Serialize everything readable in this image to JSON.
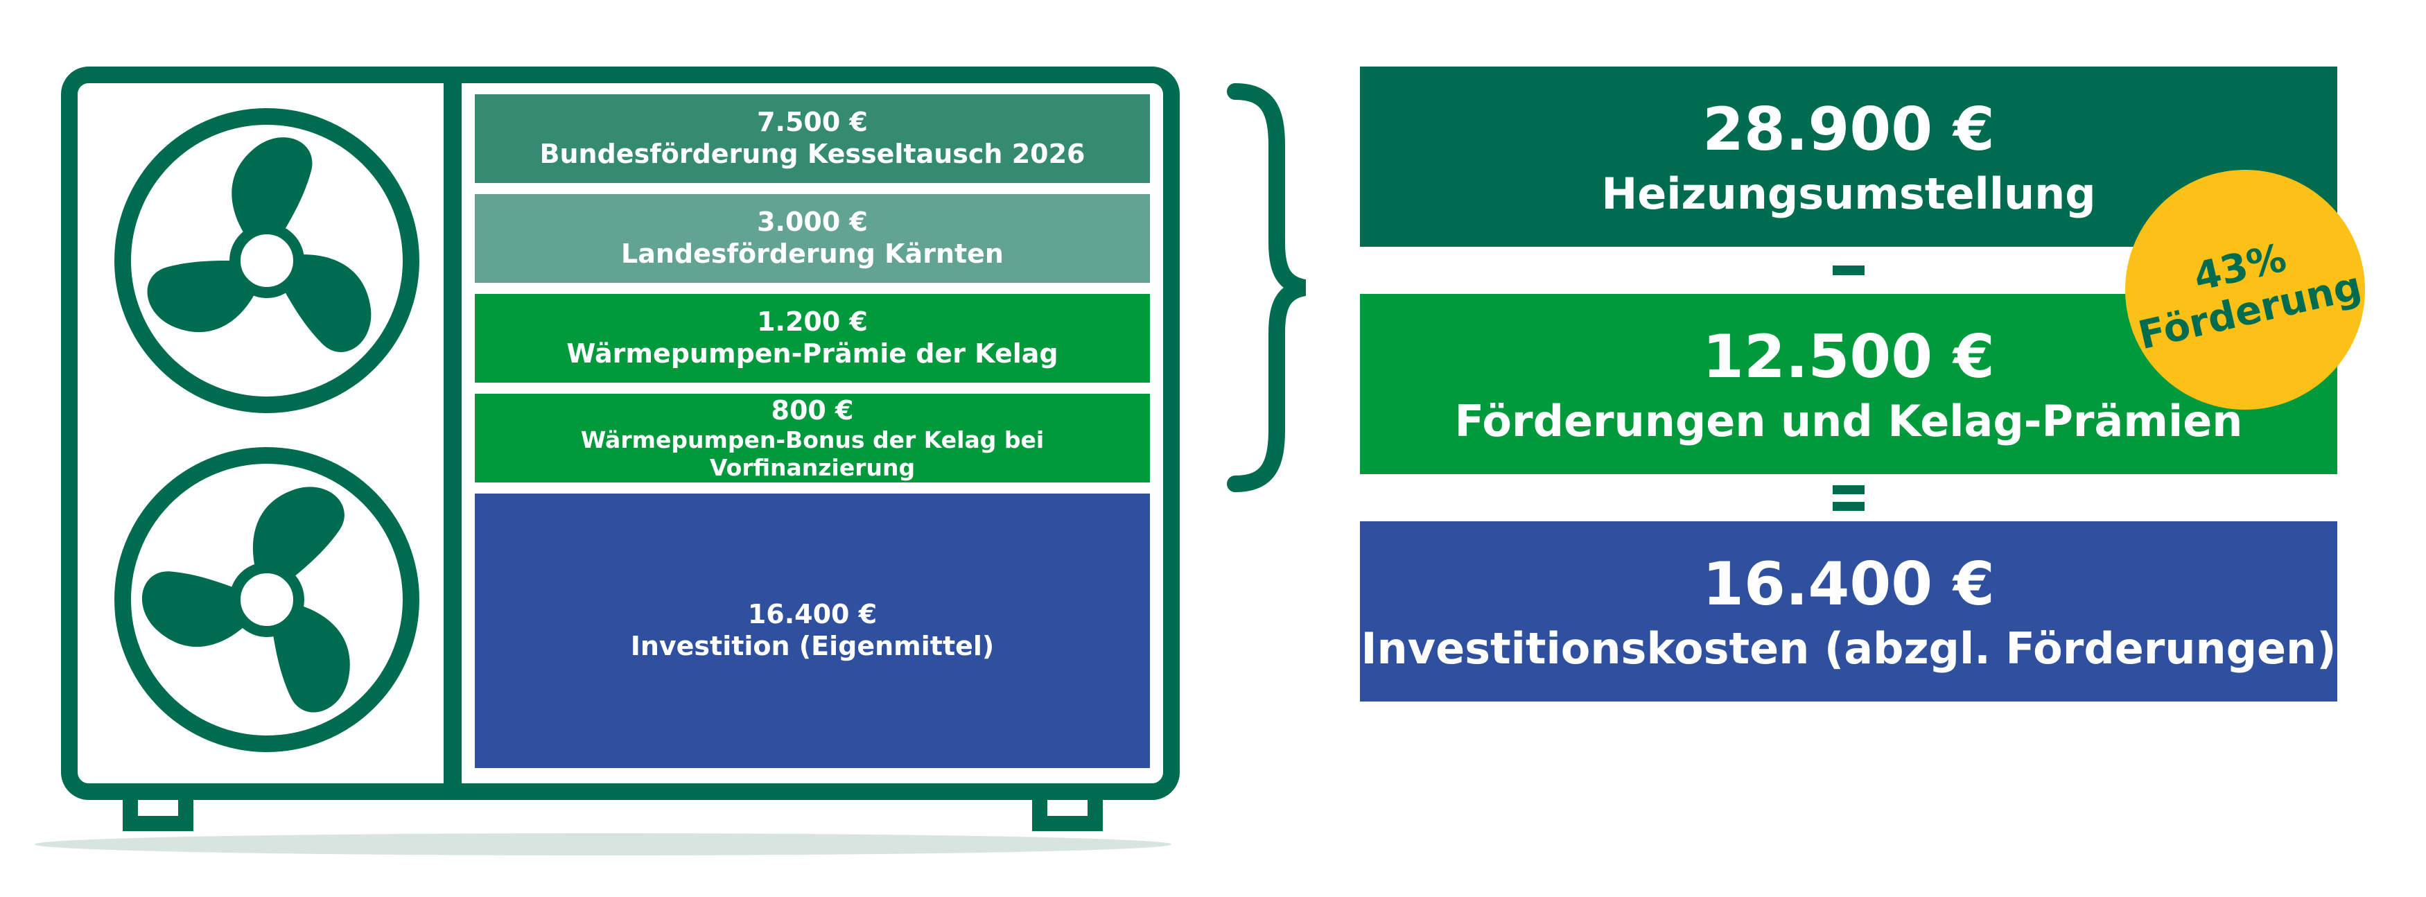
{
  "colors": {
    "dark_green": "#006c4f",
    "teal": "#358a72",
    "light_teal": "#62a393",
    "green": "#00993c",
    "blue": "#2f4f9f",
    "yellow": "#fcc116",
    "shadow": "#d7e4e0"
  },
  "funding_blocks": [
    {
      "amount": "7.500 €",
      "label": "Bundesförderung Kesseltausch 2026"
    },
    {
      "amount": "3.000 €",
      "label": "Landesförderung Kärnten"
    },
    {
      "amount": "1.200 €",
      "label": "Wärmepumpen-Prämie der Kelag"
    },
    {
      "amount": "800 €",
      "label": "Wärmepumpen-Bonus der Kelag bei Vorfinanzierung"
    },
    {
      "amount": "16.400 €",
      "label": "Investition (Eigenmittel)"
    }
  ],
  "results": [
    {
      "amount": "28.900 €",
      "label": "Heizungsumstellung"
    },
    {
      "amount": "12.500 €",
      "label": "Förderungen und Kelag-Prämien"
    },
    {
      "amount": "16.400 €",
      "label": "Investitionskosten (abzgl. Förderungen)"
    }
  ],
  "badge": {
    "percent": "43%",
    "text": "Förderung"
  },
  "icons": [
    "fan-icon",
    "fan-icon",
    "curly-brace-icon",
    "minus-icon",
    "equals-icon"
  ]
}
